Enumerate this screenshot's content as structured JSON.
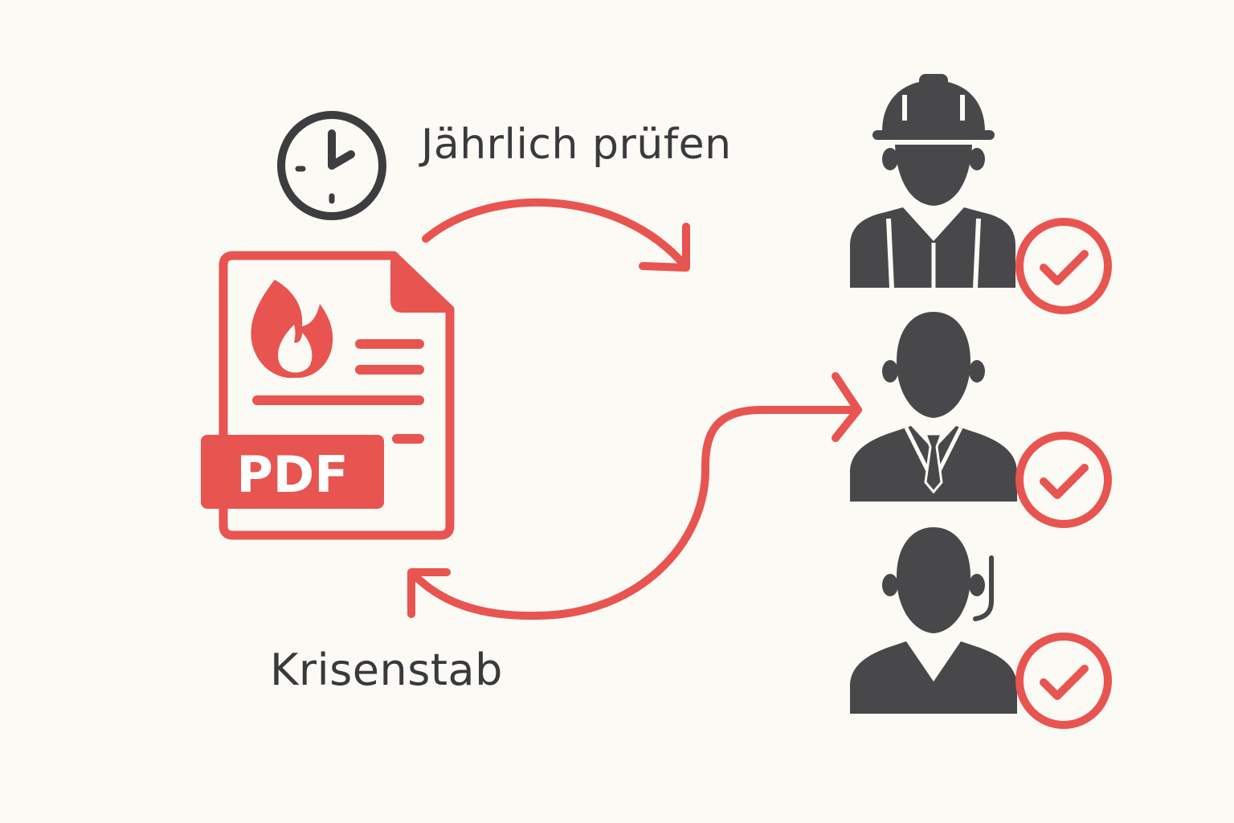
{
  "labels": {
    "annual_review": "Jährlich prüfen",
    "crisis_team": "Krisenstab"
  },
  "document": {
    "badge": "PDF",
    "icon": "fire-icon"
  },
  "people": [
    {
      "role": "construction-worker",
      "icon": "hard-hat-worker-icon",
      "status": "check-icon"
    },
    {
      "role": "manager",
      "icon": "businessman-icon",
      "status": "check-icon"
    },
    {
      "role": "operator",
      "icon": "headset-operator-icon",
      "status": "check-icon"
    }
  ],
  "colors": {
    "accent": "#e85450",
    "figure": "#48484b",
    "background": "#fcfaf5"
  }
}
